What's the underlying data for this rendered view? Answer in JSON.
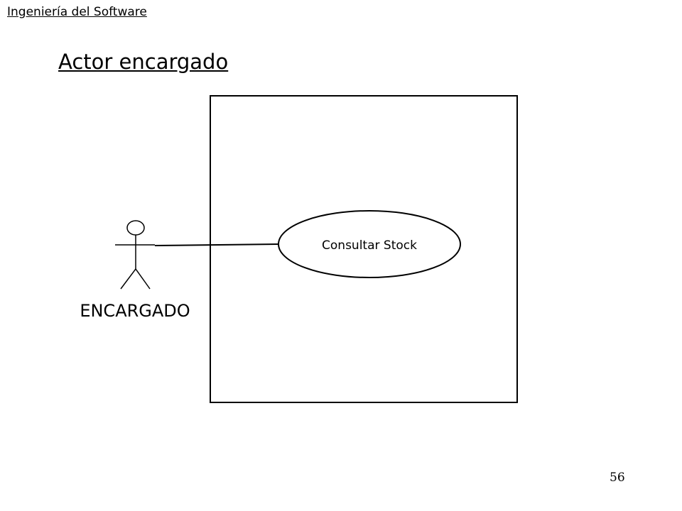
{
  "header": {
    "title": "Ingeniería del Software"
  },
  "slide": {
    "title": "Actor encargado",
    "page_number": "56"
  },
  "diagram": {
    "actor": {
      "name": "ENCARGADO"
    },
    "use_cases": [
      {
        "label": "Consultar Stock"
      }
    ],
    "colors": {
      "stroke": "#000000",
      "fill": "#ffffff"
    }
  }
}
